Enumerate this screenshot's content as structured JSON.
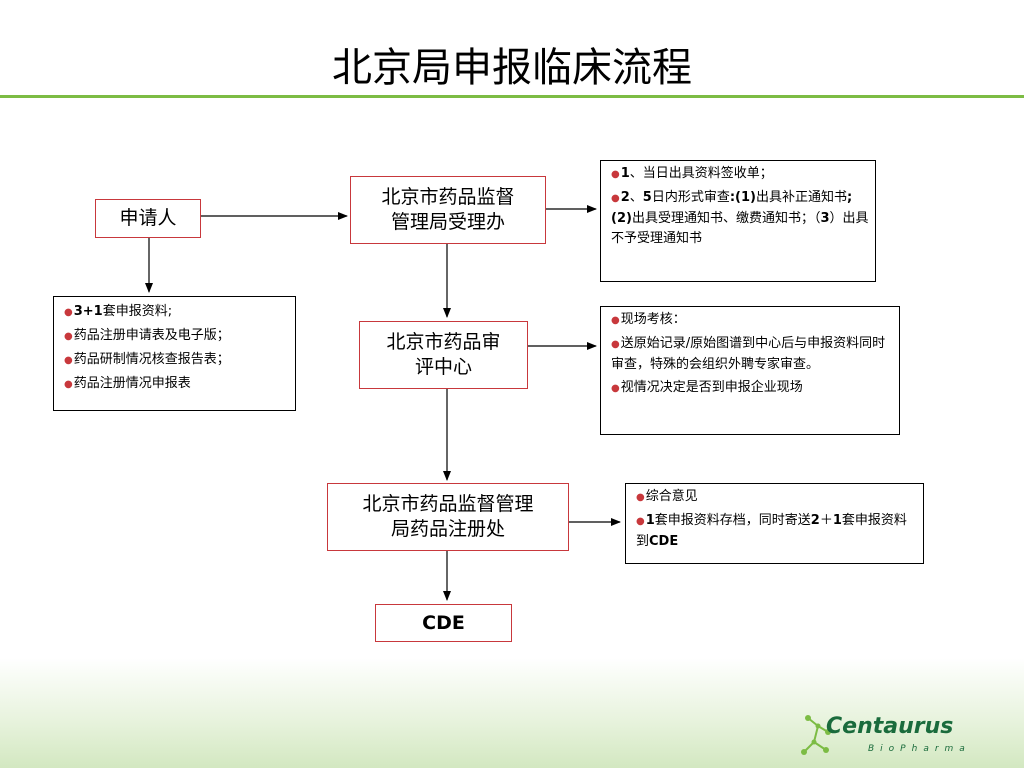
{
  "title": "北京局申报临床流程",
  "nodes": {
    "applicant": "申请人",
    "acceptance_office_l1": "北京市药品监督",
    "acceptance_office_l2": "管理局受理办",
    "review_center_l1": "北京市药品审",
    "review_center_l2": "评中心",
    "registration_office_l1": "北京市药品监督管理",
    "registration_office_l2": "局药品注册处",
    "cde": "CDE"
  },
  "notes": {
    "applicant_docs": {
      "item1_bold": "3+1",
      "item1_rest": "套申报资料;",
      "item2": "药品注册申请表及电子版；",
      "item3": "药品研制情况核查报告表；",
      "item4": "药品注册情况申报表"
    },
    "acceptance": {
      "item1_bold": "1",
      "item1_rest": "、当日出具资料签收单；",
      "item2_b1": "2",
      "item2_t1": "、",
      "item2_b2": "5",
      "item2_t2": "日内形式审查",
      "item2_b3": ":(1)",
      "item2_t3": "出具补正通知书",
      "item2_b4": "; (2)",
      "item2_t4": "出具受理通知书、缴费通知书；（",
      "item2_b5": "3",
      "item2_t5": "）出具不予受理通知书"
    },
    "review": {
      "item1": "现场考核：",
      "item2": "送原始记录/原始图谱到中心后与申报资料同时审查，特殊的会组织外聘专家审查。",
      "item3": "视情况决定是否到申报企业现场"
    },
    "registration": {
      "item1": "综合意见",
      "item2_b1": "1",
      "item2_t1": "套申报资料存档，同时寄送",
      "item2_b2": "2",
      "item2_t2": "＋",
      "item2_b3": "1",
      "item2_t3": "套申报资料到",
      "item2_b4": "CDE"
    }
  },
  "logo": {
    "name": "Centaurus",
    "sub": "BioPharma"
  },
  "colors": {
    "accent_green": "#7cbc44",
    "box_red": "#c8383c",
    "logo_green": "#1a6b3c"
  },
  "icons": {
    "bullet": "red-dot-icon",
    "logo": "molecule-icon"
  }
}
